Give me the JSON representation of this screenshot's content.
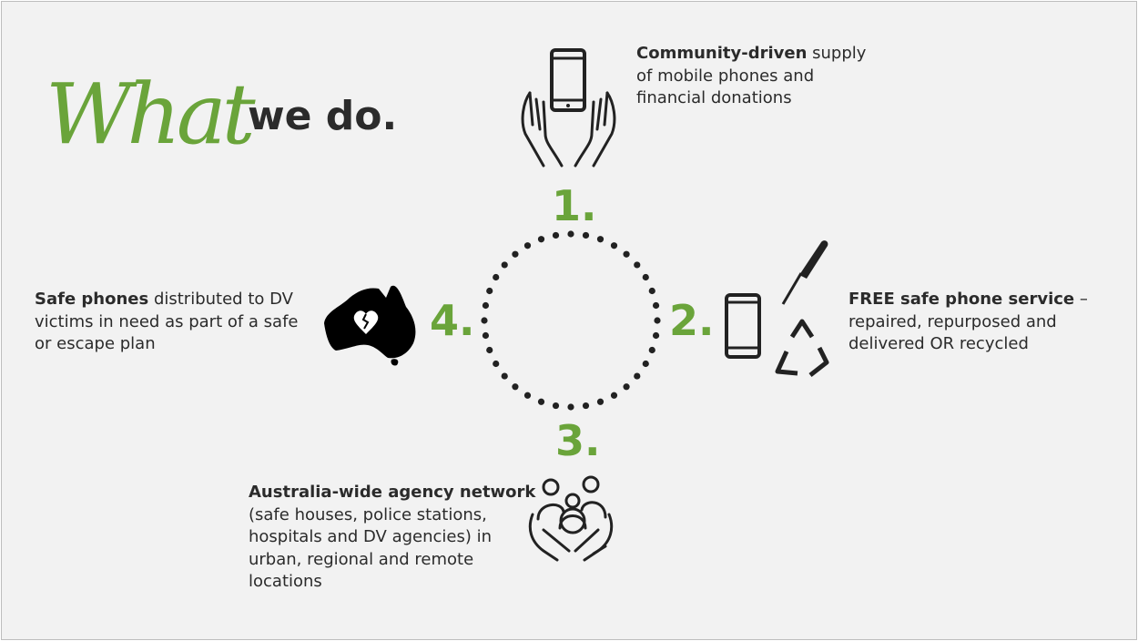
{
  "title": {
    "script_word": "What",
    "rest": "we do."
  },
  "steps": [
    {
      "number": "1.",
      "bold": "Community-driven",
      "text": " supply of mobile phones and financial donations"
    },
    {
      "number": "2.",
      "bold": "FREE safe phone service",
      "text": " – repaired, repurposed and delivered OR recycled"
    },
    {
      "number": "3.",
      "bold": "Australia-wide agency network",
      "text": " (safe houses, police stations, hospitals and DV agencies) in urban, regional and remote locations"
    },
    {
      "number": "4.",
      "bold": "Safe phones",
      "text": " distributed to DV victims in need as part of a safe or escape plan"
    }
  ],
  "colors": {
    "accent": "#6aa43a",
    "text": "#2b2b2b",
    "background": "#f2f2f2"
  }
}
